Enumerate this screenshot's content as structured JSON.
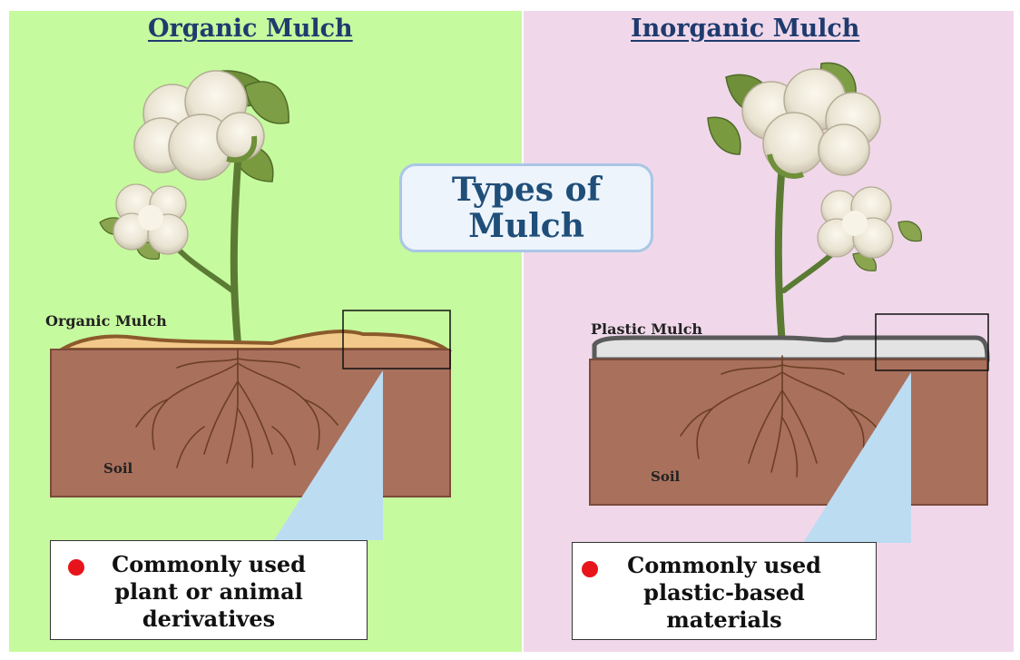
{
  "left": {
    "heading": "Organic Mulch",
    "mulch_label": "Organic Mulch",
    "soil_label": "Soil",
    "info_lines": [
      "Commonly used",
      "plant or animal",
      "derivatives"
    ]
  },
  "right": {
    "heading": "Inorganic Mulch",
    "mulch_label": "Plastic Mulch",
    "soil_label": "Soil",
    "info_lines": [
      "Commonly used",
      "plastic-based",
      "materials"
    ]
  },
  "center": {
    "title_line1": "Types of",
    "title_line2": "Mulch"
  },
  "colors": {
    "left_background": "#c6fa9e",
    "right_background": "#f0d8ea",
    "soil": "#a9705c",
    "organic_mulch": "#f3c98b",
    "plastic_mulch": "#e3e3e3",
    "bullet": "#e8141c",
    "heading": "#1f3b6e"
  }
}
